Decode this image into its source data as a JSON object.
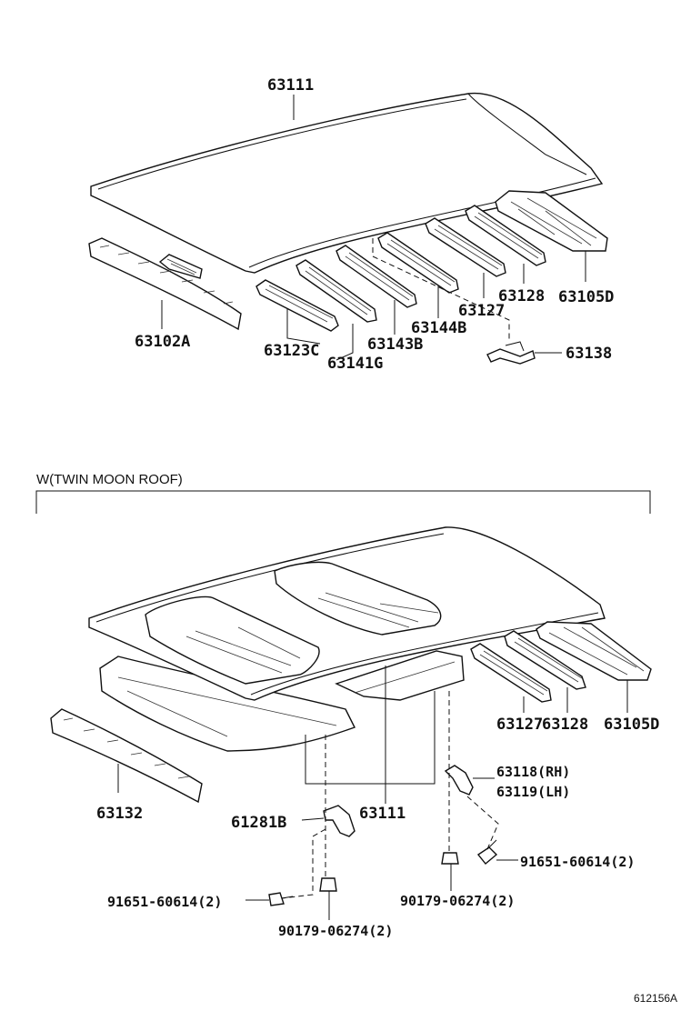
{
  "diagram": {
    "upper_labels": {
      "roof_panel": "63111",
      "front_header": "63102A",
      "bow_1": "63123C",
      "bow_2": "63141G",
      "bow_3": "63143B",
      "bow_4": "63144B",
      "bow_5": "63127",
      "bow_6": "63128",
      "rear_header": "63105D",
      "bracket": "63138"
    },
    "section_caption": "W(TWIN MOON ROOF)",
    "lower_labels": {
      "roof_panel": "63111",
      "front_header": "63132",
      "bow_a": "63127",
      "bow_b": "63128",
      "rear_header": "63105D",
      "bracket_rh": "63118(RH)",
      "bracket_lh": "63119(LH)",
      "bracket_center": "61281B",
      "bolt_right": "91651-60614(2)",
      "bolt_left": "91651-60614(2)",
      "nut_right": "90179-06274(2)",
      "nut_left": "90179-06274(2)"
    },
    "figure_id": "612156A"
  }
}
